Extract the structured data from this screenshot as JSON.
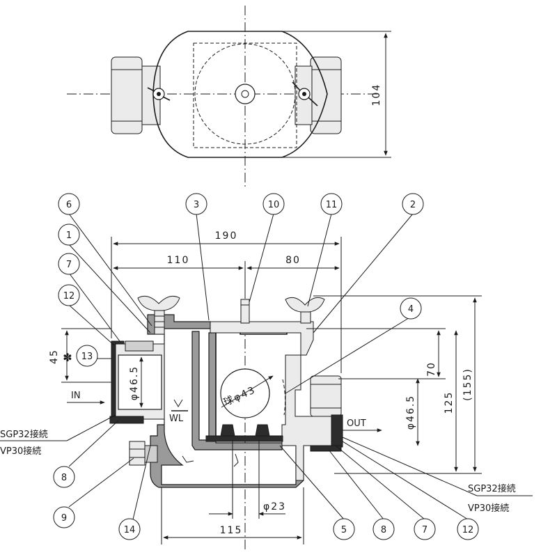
{
  "dimensions": {
    "top_height": "104",
    "overall_width": "190",
    "inlet_side": "110",
    "outlet_side": "80",
    "port_height": "45",
    "inlet_bore": "φ46.5",
    "outlet_bore": "φ46.5",
    "float_diameter": "球φ43",
    "overall_height": "(155)",
    "outlet_height": "125",
    "inner_height": "70",
    "drain_bore": "φ23",
    "base_width": "115"
  },
  "flow": {
    "inlet": "IN",
    "outlet": "OUT",
    "water_level": "WL"
  },
  "connections": {
    "left_sgp": "SGP32接続",
    "left_vp": "VP30接続",
    "right_sgp": "SGP32接続",
    "right_vp": "VP30接続"
  },
  "special_mark": "✽",
  "part_numbers": [
    "6",
    "1",
    "7",
    "12",
    "13",
    "3",
    "10",
    "11",
    "2",
    "4",
    "8",
    "9",
    "14",
    "5",
    "8",
    "7",
    "12"
  ]
}
